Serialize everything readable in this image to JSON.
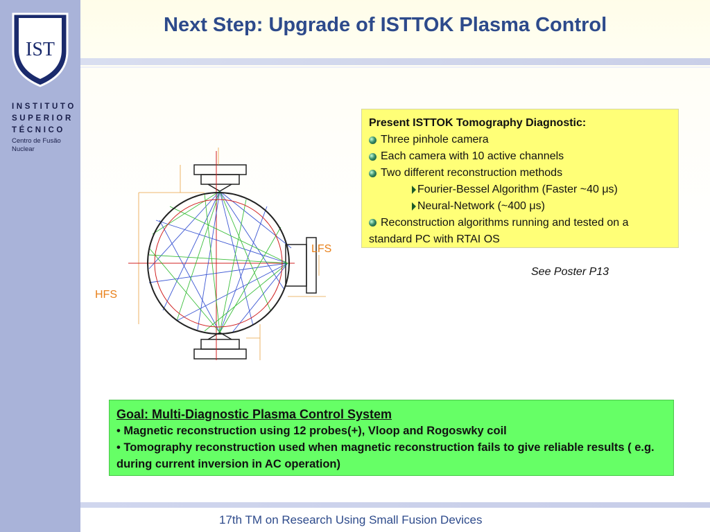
{
  "slide": {
    "title": "Next Step: Upgrade of ISTTOK Plasma Control",
    "footer": "17th TM on Research Using Small Fusion Devices"
  },
  "logo": {
    "mark": "IST",
    "institution_lines": [
      "INSTITUTO",
      "SUPERIOR",
      "TÉCNICO"
    ],
    "sub_lines": [
      "Centro de Fusão",
      "Nuclear"
    ],
    "icon": "shield-icon"
  },
  "diagnostic_box": {
    "heading": "Present ISTTOK Tomography Diagnostic:",
    "items": [
      {
        "text": "Three pinhole camera"
      },
      {
        "text": "Each camera with 10 active channels"
      },
      {
        "text": "Two different reconstruction methods",
        "subitems": [
          "Fourier-Bessel Algorithm (Faster ~40 μs)",
          "Neural-Network (~400 μs)"
        ]
      },
      {
        "text": "Reconstruction algorithms running and tested on a standard PC with RTAI OS"
      }
    ],
    "bullet_icon": "green-ball-bullet-icon",
    "sub_bullet_icon": "triangle-bullet-icon",
    "color": "#ffff77"
  },
  "poster_note": "See Poster P13",
  "diagram": {
    "labels": {
      "lfs": "LFS",
      "hfs": "HFS"
    },
    "label_color": "#e8801a"
  },
  "goal_box": {
    "heading": "Goal: Multi-Diagnostic Plasma Control System",
    "points": [
      "• Magnetic reconstruction using 12 probes(+), Vloop and Rogoswky coil",
      "• Tomography reconstruction used when magnetic reconstruction fails to give reliable results ( e.g. during current inversion in AC operation)"
    ],
    "color": "#66ff66"
  }
}
